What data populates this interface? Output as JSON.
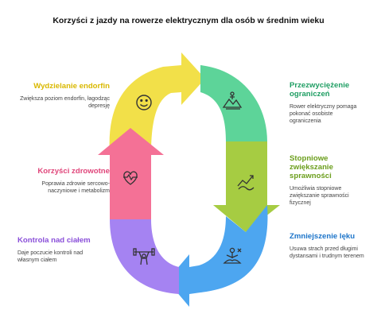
{
  "title": "Korzyści z jazdy na rowerze elektrycznym dla osób w średnim wieku",
  "colors": {
    "yellow": "#f2e049",
    "pink": "#f47196",
    "purple": "#a583f2",
    "blue": "#4da6f0",
    "olive": "#a6cc42",
    "green": "#5dd499",
    "yellow_text": "#d9b800",
    "pink_text": "#e0457a",
    "purple_text": "#8a4fd9",
    "blue_text": "#1c74c9",
    "olive_text": "#6b9e1c",
    "green_text": "#1f9e63"
  },
  "items": [
    {
      "key": "endorfin",
      "label": "Wydzielanie endorfin",
      "description": "Zwiększa poziom endorfin, łagodząc depresję",
      "color": "yellow",
      "icon": "smile-face-icon"
    },
    {
      "key": "zdrowotne",
      "label": "Korzyści zdrowotne",
      "description": "Poprawia zdrowie sercowo-naczyniowe i metabolizm",
      "color": "pink",
      "icon": "heart-icon"
    },
    {
      "key": "kontrola",
      "label": "Kontrola nad ciałem",
      "description": "Daje poczucie kontroli nad własnym ciałem",
      "color": "purple",
      "icon": "weightlifter-icon"
    },
    {
      "key": "lek",
      "label": "Zmniejszenie lęku",
      "description": "Usuwa strach przed długimi dystansami i trudnym terenem",
      "color": "blue",
      "icon": "meditation-icon"
    },
    {
      "key": "sprawnosc",
      "label": "Stopniowe zwiększanie sprawności",
      "description": "Umożliwia stopniowe zwiększanie sprawności fizycznej",
      "color": "olive",
      "icon": "progress-chart-icon"
    },
    {
      "key": "ograniczenia",
      "label": "Przezwyciężenie ograniczeń",
      "description": "Rower elektryczny pomaga pokonać osobiste ograniczenia",
      "color": "green",
      "icon": "mountain-climb-icon"
    }
  ]
}
